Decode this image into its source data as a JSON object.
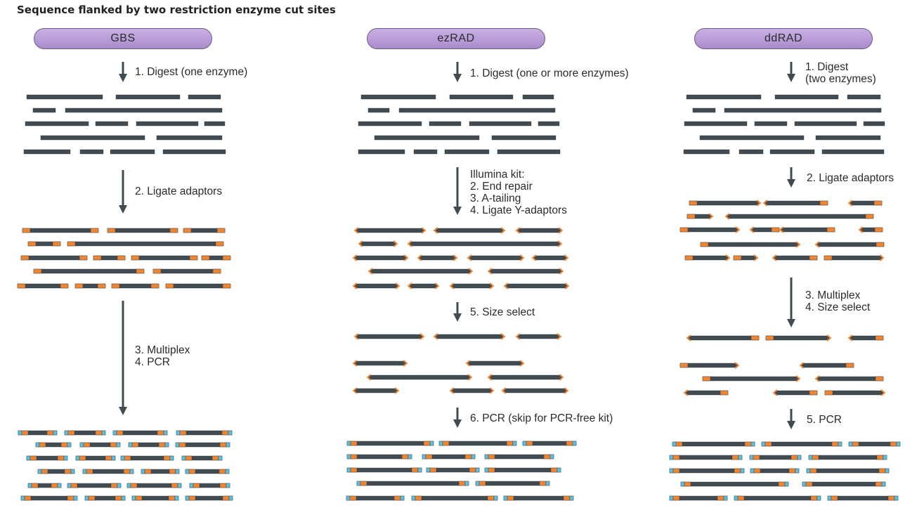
{
  "title": "Sequence flanked by two restriction enzyme cut sites",
  "colors": {
    "fragment": "#414b52",
    "adaptor": "#ee8533",
    "index": "#5cc0e0",
    "arrow": "#414b52",
    "pill_fill": "#b99bd8"
  },
  "protocols": [
    {
      "name": "GBS",
      "steps": [
        "1. Digest (one enzyme)",
        "2. Ligate adaptors",
        "3. Multiplex\n4. PCR"
      ]
    },
    {
      "name": "ezRAD",
      "steps": [
        "1. Digest (one or more enzymes)",
        "Illumina kit:\n2. End repair\n3. A-tailing\n4. Ligate Y-adaptors",
        "5. Size select",
        "6. PCR (skip for PCR-free kit)"
      ]
    },
    {
      "name": "ddRAD",
      "steps": [
        "1. Digest\n(two enzymes)",
        "2. Ligate adaptors",
        "3. Multiplex\n4. Size select",
        "5. PCR"
      ]
    }
  ]
}
